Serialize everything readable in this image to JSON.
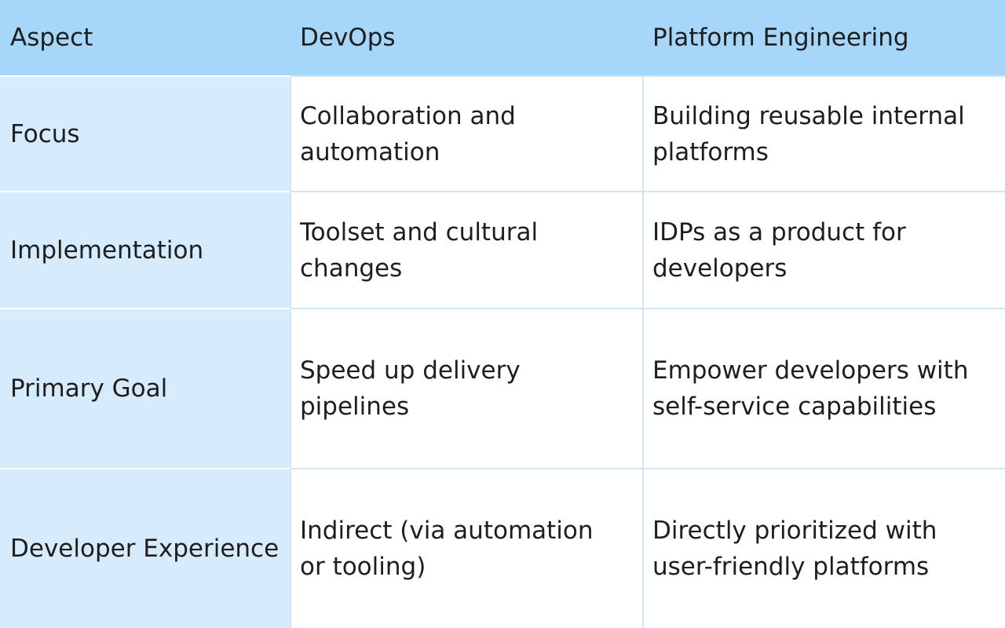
{
  "headers": [
    "Aspect",
    "DevOps",
    "Platform Engineering"
  ],
  "rows": [
    {
      "aspect": "Focus",
      "devops": "Collaboration and\nautomation",
      "platform": "Building reusable internal\nplatforms"
    },
    {
      "aspect": "Implementation",
      "devops": "Toolset and cultural\nchanges",
      "platform": "IDPs as a product for\ndevelopers"
    },
    {
      "aspect": "Primary Goal",
      "devops": "Speed up delivery pipelines",
      "platform": "Empower developers with\nself-service capabilities"
    },
    {
      "aspect": "Developer Experience",
      "devops": "Indirect (via automation\nor tooling)",
      "platform": "Directly prioritized with\nuser-friendly platforms"
    }
  ],
  "colors": {
    "header_bg": "#a6d6fa",
    "aspect_bg": "#d6ebfc",
    "value_bg": "#ffffff",
    "grid_line": "#cfe6f7"
  }
}
